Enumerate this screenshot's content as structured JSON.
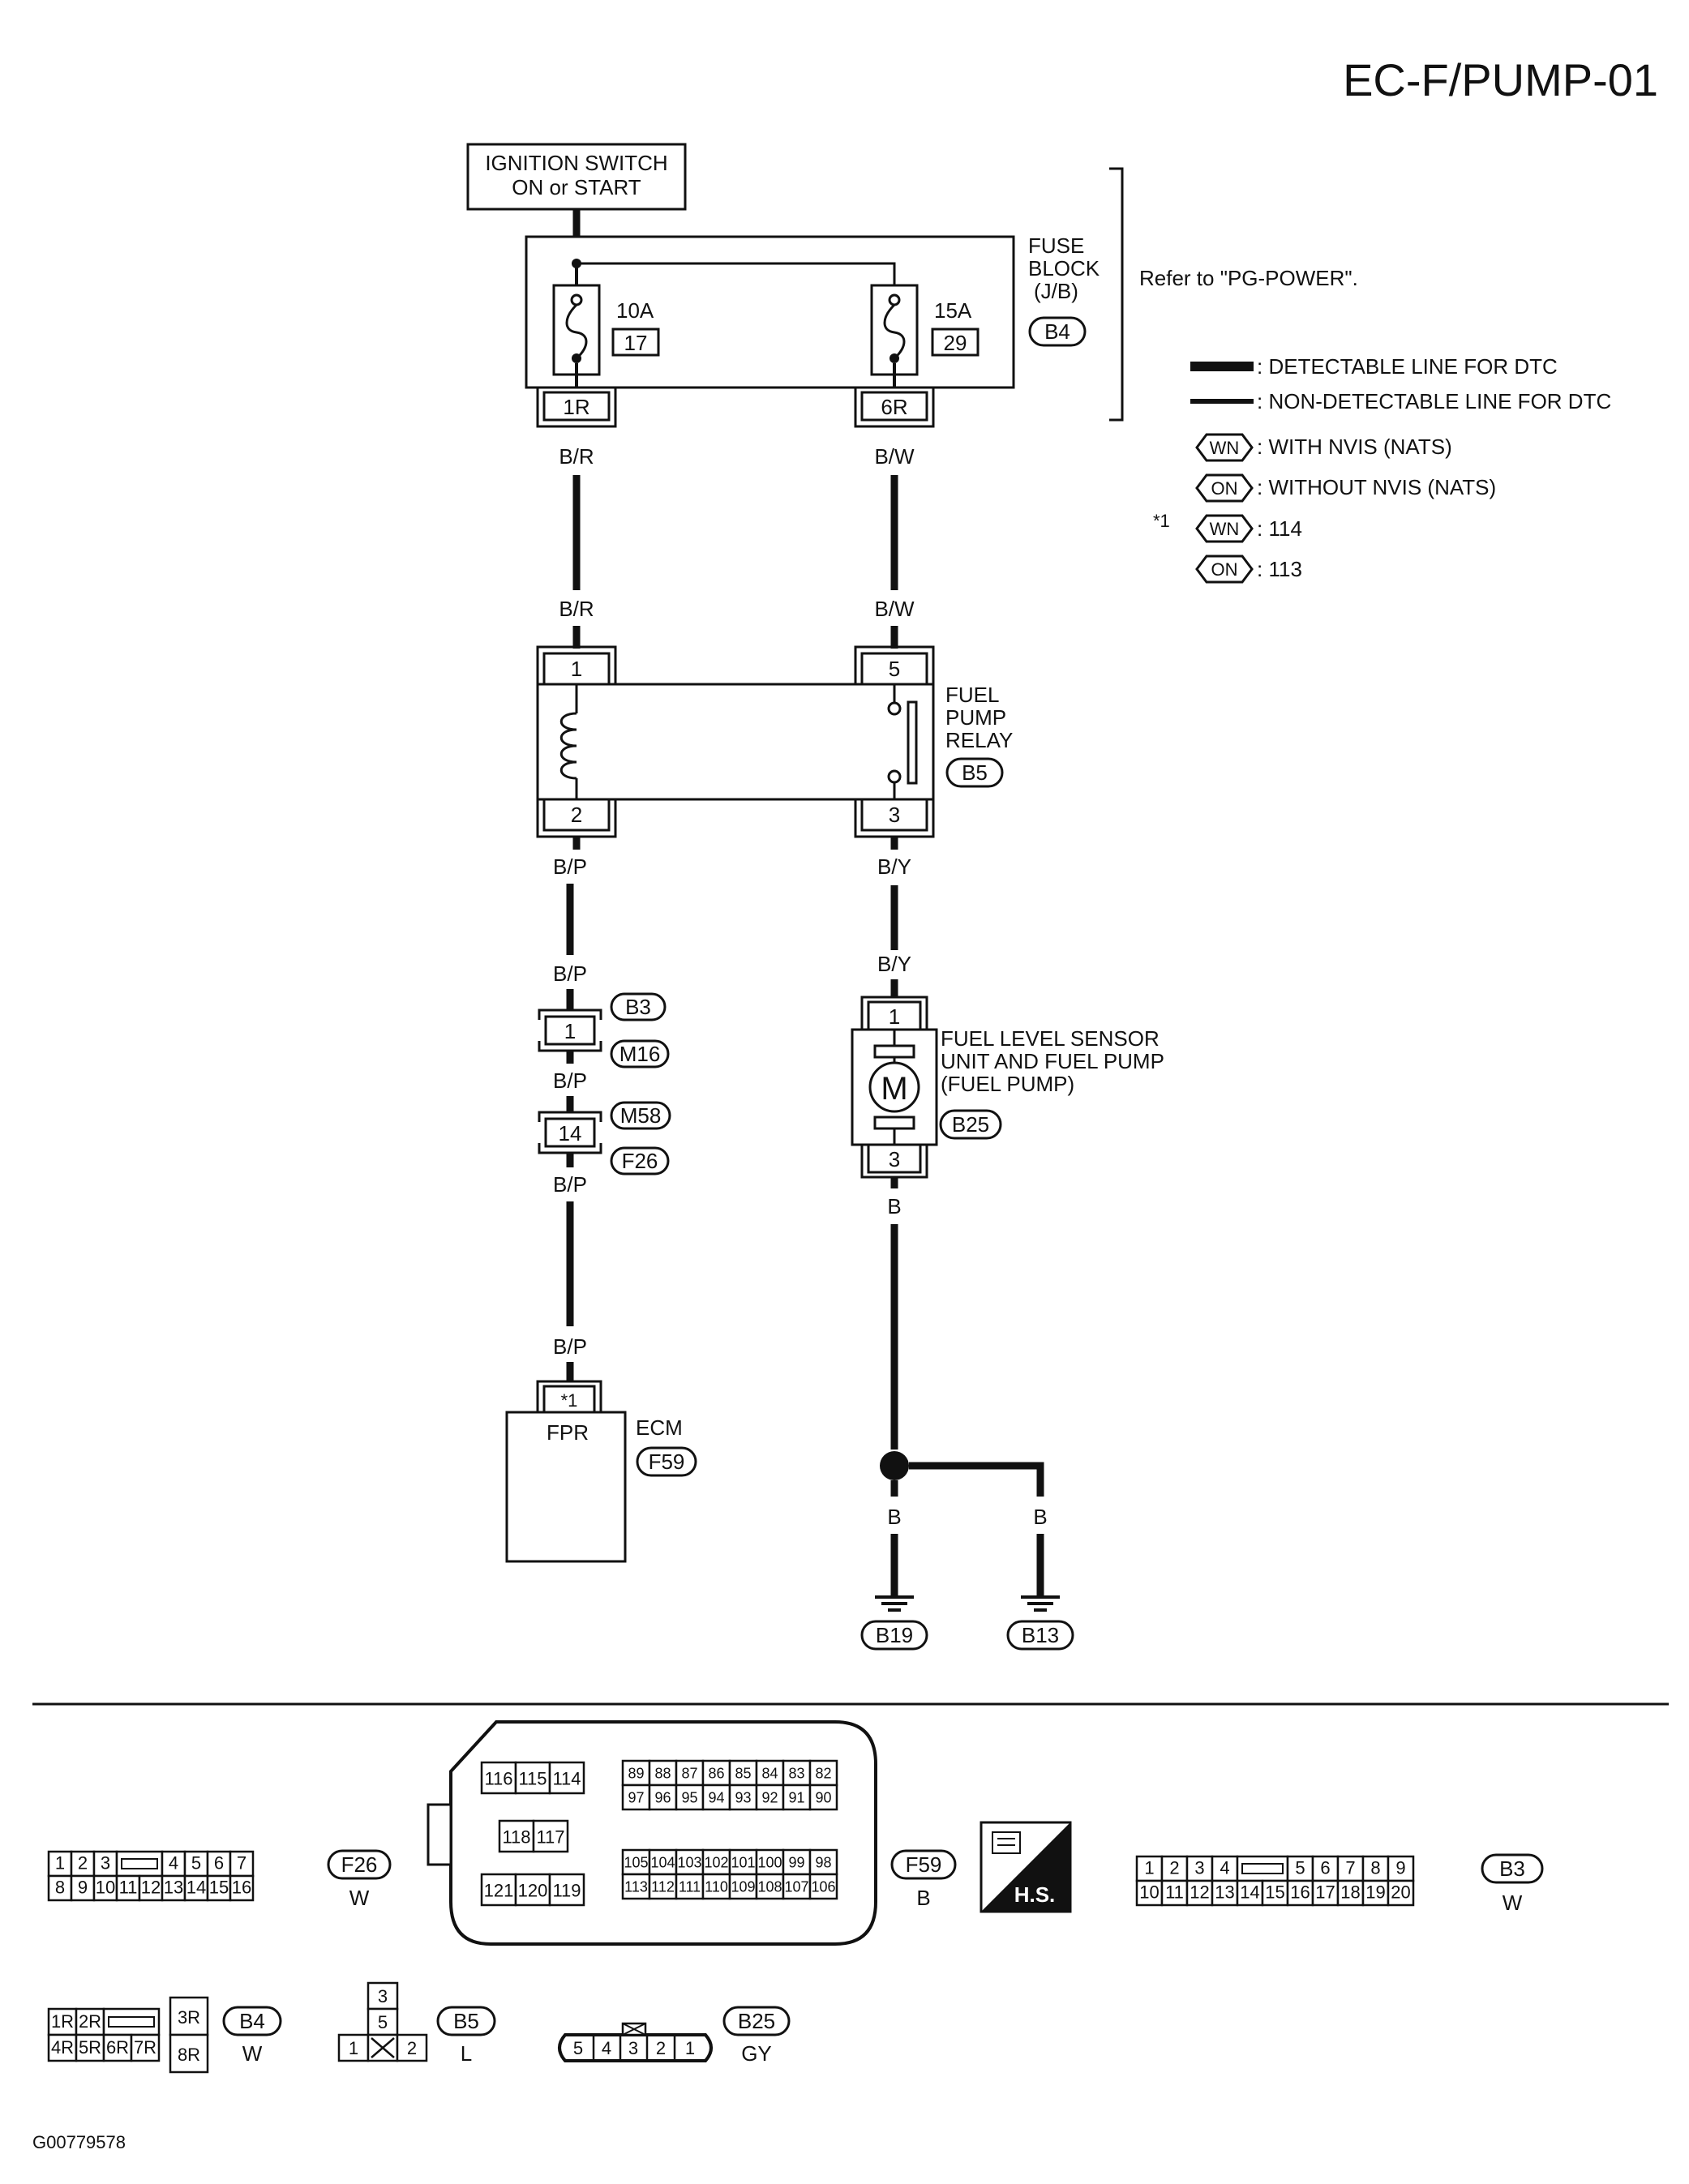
{
  "page_title": "EC-F/PUMP-01",
  "figure_id": "G00779578",
  "ignition": {
    "line1": "IGNITION SWITCH",
    "line2": "ON or START"
  },
  "fuse_block": {
    "label_lines": [
      "FUSE",
      "BLOCK",
      "(J/B)"
    ],
    "connector": "B4",
    "refer_note": "Refer to \"PG-POWER\".",
    "fuse_a": {
      "rating": "10A",
      "number": "17",
      "terminal": "1R"
    },
    "fuse_b": {
      "rating": "15A",
      "number": "29",
      "terminal": "6R"
    }
  },
  "legend": {
    "detectable": ": DETECTABLE LINE FOR DTC",
    "non_detectable": ": NON-DETECTABLE LINE FOR DTC",
    "wn_tag": "WN",
    "on_tag": "ON",
    "with_nvis": ": WITH NVIS (NATS)",
    "without_nvis": ": WITHOUT NVIS (NATS)",
    "star": "*1",
    "wn_value": ": 114",
    "on_value": ": 113"
  },
  "wire_labels": {
    "br_top": "B/R",
    "br_bottom": "B/R",
    "bw_top": "B/W",
    "bw_bottom": "B/W",
    "bp_1": "B/P",
    "bp_2": "B/P",
    "bp_3": "B/P",
    "bp_4": "B/P",
    "bp_5": "B/P",
    "by_1": "B/Y",
    "by_2": "B/Y",
    "b_1": "B",
    "b_2": "B",
    "b_3": "B"
  },
  "relay": {
    "label_lines": [
      "FUEL",
      "PUMP",
      "RELAY"
    ],
    "connector": "B5",
    "pin1": "1",
    "pin2": "2",
    "pin3": "3",
    "pin5": "5"
  },
  "junction1": {
    "pin": "1",
    "conn_a": "B3",
    "conn_b": "M16"
  },
  "junction2": {
    "pin": "14",
    "conn_a": "M58",
    "conn_b": "F26"
  },
  "fuel_pump": {
    "label_lines": [
      "FUEL LEVEL SENSOR",
      "UNIT AND FUEL PUMP",
      "(FUEL PUMP)"
    ],
    "connector": "B25",
    "motor": "M",
    "pin_top": "1",
    "pin_bottom": "3"
  },
  "ecm": {
    "label": "ECM",
    "connector": "F59",
    "terminal": "*1",
    "pin_name": "FPR"
  },
  "grounds": {
    "a": "B19",
    "b": "B13"
  },
  "connectors": {
    "f26": {
      "id": "F26",
      "color": "W",
      "row1": [
        "1",
        "2",
        "3",
        "",
        "4",
        "5",
        "6",
        "7"
      ],
      "row2": [
        "8",
        "9",
        "10",
        "11",
        "12",
        "13",
        "14",
        "15",
        "16"
      ]
    },
    "f59": {
      "id": "F59",
      "color": "B",
      "a1": [
        "116",
        "115",
        "114"
      ],
      "a2": [
        "118",
        "117"
      ],
      "a3": [
        "121",
        "120",
        "119"
      ],
      "b1": [
        "89",
        "88",
        "87",
        "86",
        "85",
        "84",
        "83",
        "82"
      ],
      "b2": [
        "97",
        "96",
        "95",
        "94",
        "93",
        "92",
        "91",
        "90"
      ],
      "c1": [
        "105",
        "104",
        "103",
        "102",
        "101",
        "100",
        "99",
        "98"
      ],
      "c2": [
        "113",
        "112",
        "111",
        "110",
        "109",
        "108",
        "107",
        "106"
      ],
      "hs": "H.S."
    },
    "b3": {
      "id": "B3",
      "color": "W",
      "row1": [
        "1",
        "2",
        "3",
        "4",
        "",
        "5",
        "6",
        "7",
        "8",
        "9"
      ],
      "row2": [
        "10",
        "11",
        "12",
        "13",
        "14",
        "15",
        "16",
        "17",
        "18",
        "19",
        "20"
      ]
    },
    "b4": {
      "id": "B4",
      "color": "W",
      "row1": [
        "1R",
        "2R",
        "",
        "3R"
      ],
      "row2": [
        "4R",
        "5R",
        "6R",
        "7R",
        "8R"
      ]
    },
    "b5": {
      "id": "B5",
      "color": "L",
      "pins": [
        "3",
        "5",
        "1",
        "2"
      ]
    },
    "b25": {
      "id": "B25",
      "color": "GY",
      "pins": [
        "5",
        "4",
        "3",
        "2",
        "1"
      ]
    }
  }
}
